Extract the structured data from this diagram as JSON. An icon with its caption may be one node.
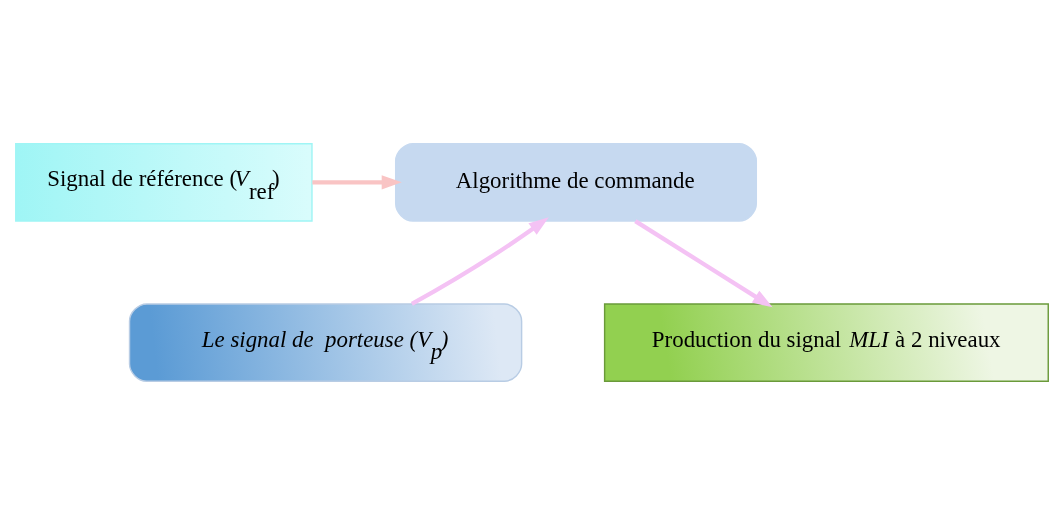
{
  "diagram": {
    "nodes": [
      {
        "text": [
          "Signal de référence (*V*$_{ref}$)"
        ]
      },
      {
        "text": [
          "Algorithme de commande"
        ]
      },
      {
        "text": [
          "Le signal de  porteuse (V$_{p}$)"
        ]
      },
      {
        "text": [
          "Production du signal *MLI* à 2 niveaux"
        ]
      }
    ],
    "edges": [
      {
        "from": 0,
        "to": 1,
        "arrow": "to",
        "color": "#f9c4c4"
      },
      {
        "from": 2,
        "to": 1,
        "arrow": "to"
      },
      {
        "from": 1,
        "to": 3,
        "arrow": "to"
      }
    ]
  }
}
